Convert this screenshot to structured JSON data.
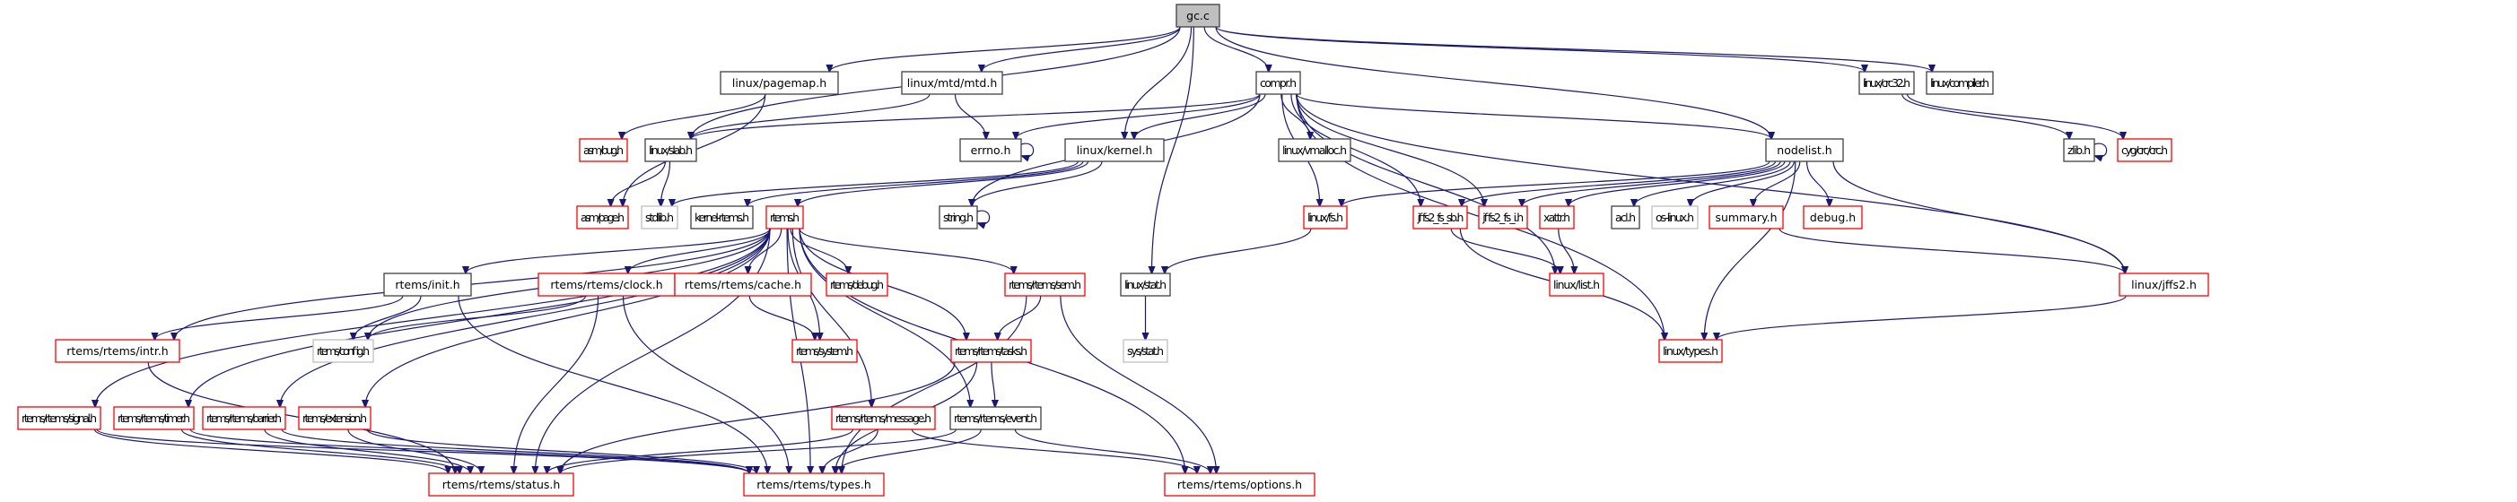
{
  "graph": {
    "title": "Include dependency graph for gc.c",
    "colors": {
      "edge": "#191970",
      "root_fill": "#bfbfbf",
      "root_border": "#404040",
      "documented_border": "#404040",
      "undocumented_border": "#ff0000",
      "external_border": "#bfbfbf",
      "fill": "#ffffff"
    },
    "nodes": [
      {
        "id": "gc_c",
        "label": "gc.c",
        "kind": "root"
      },
      {
        "id": "pagemap",
        "label": "linux/pagemap.h",
        "kind": "documented"
      },
      {
        "id": "mtd",
        "label": "linux/mtd/mtd.h",
        "kind": "documented"
      },
      {
        "id": "compr",
        "label": "compr.h",
        "kind": "documented"
      },
      {
        "id": "crc32",
        "label": "linux/crc32.h",
        "kind": "documented"
      },
      {
        "id": "compiler",
        "label": "linux/compiler.h",
        "kind": "documented"
      },
      {
        "id": "bug",
        "label": "asm/bug.h",
        "kind": "undocumented"
      },
      {
        "id": "slab",
        "label": "linux/slab.h",
        "kind": "documented"
      },
      {
        "id": "errno",
        "label": "errno.h",
        "kind": "documented"
      },
      {
        "id": "kernel",
        "label": "linux/kernel.h",
        "kind": "documented"
      },
      {
        "id": "vmalloc",
        "label": "linux/vmalloc.h",
        "kind": "documented"
      },
      {
        "id": "nodelist",
        "label": "nodelist.h",
        "kind": "documented"
      },
      {
        "id": "zlib",
        "label": "zlib.h",
        "kind": "documented"
      },
      {
        "id": "crc",
        "label": "cyg/crc/crc.h",
        "kind": "undocumented"
      },
      {
        "id": "page",
        "label": "asm/page.h",
        "kind": "undocumented"
      },
      {
        "id": "stdlib",
        "label": "stdlib.h",
        "kind": "external"
      },
      {
        "id": "kernel_rtems",
        "label": "kernel-rtems.h",
        "kind": "documented"
      },
      {
        "id": "rtems",
        "label": "rtems.h",
        "kind": "undocumented"
      },
      {
        "id": "string",
        "label": "string.h",
        "kind": "documented"
      },
      {
        "id": "fs",
        "label": "linux/fs.h",
        "kind": "undocumented"
      },
      {
        "id": "fs_sb",
        "label": "jffs2_fs_sb.h",
        "kind": "undocumented"
      },
      {
        "id": "fs_i",
        "label": "jffs2_fs_i.h",
        "kind": "undocumented"
      },
      {
        "id": "xattr",
        "label": "xattr.h",
        "kind": "undocumented"
      },
      {
        "id": "acl",
        "label": "acl.h",
        "kind": "documented"
      },
      {
        "id": "oslinux",
        "label": "os-linux.h",
        "kind": "external"
      },
      {
        "id": "summary",
        "label": "summary.h",
        "kind": "undocumented"
      },
      {
        "id": "debug",
        "label": "debug.h",
        "kind": "undocumented"
      },
      {
        "id": "init",
        "label": "rtems/init.h",
        "kind": "documented"
      },
      {
        "id": "clock",
        "label": "rtems/rtems/clock.h",
        "kind": "undocumented"
      },
      {
        "id": "cache",
        "label": "rtems/rtems/cache.h",
        "kind": "undocumented"
      },
      {
        "id": "rdebug",
        "label": "rtems/debug.h",
        "kind": "undocumented"
      },
      {
        "id": "sem",
        "label": "rtems/rtems/sem.h",
        "kind": "undocumented"
      },
      {
        "id": "stat",
        "label": "linux/stat.h",
        "kind": "documented"
      },
      {
        "id": "list",
        "label": "linux/list.h",
        "kind": "undocumented"
      },
      {
        "id": "jffs2",
        "label": "linux/jffs2.h",
        "kind": "undocumented"
      },
      {
        "id": "intr",
        "label": "rtems/rtems/intr.h",
        "kind": "undocumented"
      },
      {
        "id": "config",
        "label": "rtems/config.h",
        "kind": "external"
      },
      {
        "id": "system",
        "label": "rtems/system.h",
        "kind": "undocumented"
      },
      {
        "id": "tasks",
        "label": "rtems/rtems/tasks.h",
        "kind": "undocumented"
      },
      {
        "id": "sysstat",
        "label": "sys/stat.h",
        "kind": "external"
      },
      {
        "id": "ltypes",
        "label": "linux/types.h",
        "kind": "undocumented"
      },
      {
        "id": "signal",
        "label": "rtems/rtems/signal.h",
        "kind": "undocumented"
      },
      {
        "id": "timer",
        "label": "rtems/rtems/timer.h",
        "kind": "undocumented"
      },
      {
        "id": "barrier",
        "label": "rtems/rtems/barrier.h",
        "kind": "undocumented"
      },
      {
        "id": "extension",
        "label": "rtems/extension.h",
        "kind": "undocumented"
      },
      {
        "id": "message",
        "label": "rtems/rtems/message.h",
        "kind": "undocumented"
      },
      {
        "id": "event",
        "label": "rtems/rtems/event.h",
        "kind": "documented"
      },
      {
        "id": "status",
        "label": "rtems/rtems/status.h",
        "kind": "undocumented"
      },
      {
        "id": "rtypes",
        "label": "rtems/rtems/types.h",
        "kind": "undocumented"
      },
      {
        "id": "options",
        "label": "rtems/rtems/options.h",
        "kind": "undocumented"
      }
    ],
    "edges": [
      [
        "gc_c",
        "pagemap"
      ],
      [
        "gc_c",
        "mtd"
      ],
      [
        "gc_c",
        "compr"
      ],
      [
        "gc_c",
        "crc32"
      ],
      [
        "gc_c",
        "compiler"
      ],
      [
        "gc_c",
        "slab"
      ],
      [
        "gc_c",
        "kernel"
      ],
      [
        "gc_c",
        "nodelist"
      ],
      [
        "gc_c",
        "stat"
      ],
      [
        "pagemap",
        "bug"
      ],
      [
        "pagemap",
        "page"
      ],
      [
        "mtd",
        "slab"
      ],
      [
        "mtd",
        "errno"
      ],
      [
        "compr",
        "slab"
      ],
      [
        "compr",
        "errno"
      ],
      [
        "compr",
        "kernel"
      ],
      [
        "compr",
        "vmalloc"
      ],
      [
        "compr",
        "string"
      ],
      [
        "compr",
        "fs"
      ],
      [
        "compr",
        "fs_sb"
      ],
      [
        "compr",
        "fs_i"
      ],
      [
        "compr",
        "list"
      ],
      [
        "compr",
        "ltypes"
      ],
      [
        "compr",
        "nodelist"
      ],
      [
        "compr",
        "jffs2"
      ],
      [
        "crc32",
        "zlib"
      ],
      [
        "crc32",
        "crc"
      ],
      [
        "zlib",
        "zlib"
      ],
      [
        "errno",
        "errno"
      ],
      [
        "string",
        "string"
      ],
      [
        "slab",
        "page"
      ],
      [
        "slab",
        "stdlib"
      ],
      [
        "kernel",
        "stdlib"
      ],
      [
        "kernel",
        "kernel_rtems"
      ],
      [
        "kernel",
        "rtems"
      ],
      [
        "kernel",
        "string"
      ],
      [
        "nodelist",
        "fs"
      ],
      [
        "nodelist",
        "fs_sb"
      ],
      [
        "nodelist",
        "fs_i"
      ],
      [
        "nodelist",
        "xattr"
      ],
      [
        "nodelist",
        "acl"
      ],
      [
        "nodelist",
        "oslinux"
      ],
      [
        "nodelist",
        "summary"
      ],
      [
        "nodelist",
        "debug"
      ],
      [
        "nodelist",
        "jffs2"
      ],
      [
        "nodelist",
        "ltypes"
      ],
      [
        "fs",
        "stat"
      ],
      [
        "fs_sb",
        "list"
      ],
      [
        "fs_sb",
        "ltypes"
      ],
      [
        "xattr",
        "list"
      ],
      [
        "summary",
        "jffs2"
      ],
      [
        "jffs2",
        "ltypes"
      ],
      [
        "stat",
        "sysstat"
      ],
      [
        "rtems",
        "init"
      ],
      [
        "rtems",
        "clock"
      ],
      [
        "rtems",
        "cache"
      ],
      [
        "rtems",
        "rdebug"
      ],
      [
        "rtems",
        "sem"
      ],
      [
        "rtems",
        "intr"
      ],
      [
        "rtems",
        "config"
      ],
      [
        "rtems",
        "system"
      ],
      [
        "rtems",
        "tasks"
      ],
      [
        "rtems",
        "signal"
      ],
      [
        "rtems",
        "timer"
      ],
      [
        "rtems",
        "barrier"
      ],
      [
        "rtems",
        "extension"
      ],
      [
        "rtems",
        "message"
      ],
      [
        "rtems",
        "event"
      ],
      [
        "rtems",
        "status"
      ],
      [
        "rtems",
        "rtypes"
      ],
      [
        "rtems",
        "options"
      ],
      [
        "init",
        "intr"
      ],
      [
        "init",
        "config"
      ],
      [
        "init",
        "rtypes"
      ],
      [
        "clock",
        "config"
      ],
      [
        "clock",
        "status"
      ],
      [
        "clock",
        "rtypes"
      ],
      [
        "cache",
        "system"
      ],
      [
        "sem",
        "tasks"
      ],
      [
        "sem",
        "rtypes"
      ],
      [
        "sem",
        "options"
      ],
      [
        "tasks",
        "event"
      ],
      [
        "tasks",
        "status"
      ],
      [
        "tasks",
        "rtypes"
      ],
      [
        "intr",
        "status"
      ],
      [
        "signal",
        "status"
      ],
      [
        "signal",
        "rtypes"
      ],
      [
        "timer",
        "status"
      ],
      [
        "timer",
        "rtypes"
      ],
      [
        "barrier",
        "status"
      ],
      [
        "barrier",
        "rtypes"
      ],
      [
        "extension",
        "status"
      ],
      [
        "extension",
        "rtypes"
      ],
      [
        "message",
        "status"
      ],
      [
        "message",
        "rtypes"
      ],
      [
        "message",
        "options"
      ],
      [
        "event",
        "rtypes"
      ],
      [
        "event",
        "options"
      ],
      [
        "event",
        "status"
      ]
    ]
  }
}
